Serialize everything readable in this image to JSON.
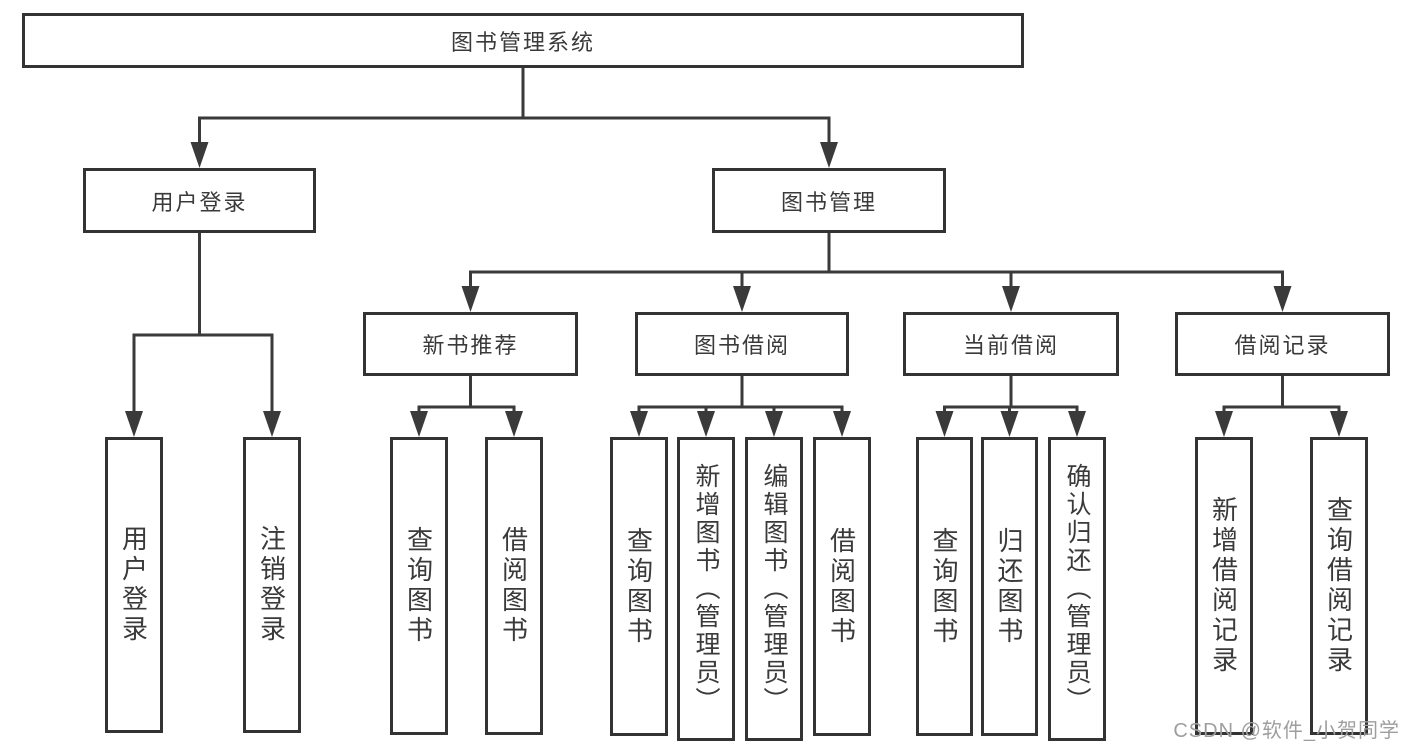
{
  "diagram": {
    "title_node": "图书管理系统",
    "nodes": [
      {
        "id": "root",
        "label": "图书管理系统"
      },
      {
        "id": "user-login",
        "label": "用户登录"
      },
      {
        "id": "book-mgmt",
        "label": "图书管理"
      },
      {
        "id": "new-book",
        "label": "新书推荐"
      },
      {
        "id": "book-borrow",
        "label": "图书借阅"
      },
      {
        "id": "current-borrow",
        "label": "当前借阅"
      },
      {
        "id": "borrow-record",
        "label": "借阅记录"
      },
      {
        "id": "leaf-user-login",
        "label": "用户登录"
      },
      {
        "id": "leaf-logout",
        "label": "注销登录"
      },
      {
        "id": "nb-query",
        "label": "查询图书"
      },
      {
        "id": "nb-borrow",
        "label": "借阅图书"
      },
      {
        "id": "bb-query",
        "label": "查询图书"
      },
      {
        "id": "bb-add",
        "label": "新增图书（管理员）"
      },
      {
        "id": "bb-edit",
        "label": "编辑图书（管理员）"
      },
      {
        "id": "bb-borrow",
        "label": "借阅图书"
      },
      {
        "id": "cb-query",
        "label": "查询图书"
      },
      {
        "id": "cb-return",
        "label": "归还图书"
      },
      {
        "id": "cb-confirm",
        "label": "确认归还（管理员）"
      },
      {
        "id": "br-add",
        "label": "新增借阅记录"
      },
      {
        "id": "br-query",
        "label": "查询借阅记录"
      }
    ],
    "edges": [
      {
        "from": "root",
        "to": [
          "user-login",
          "book-mgmt"
        ]
      },
      {
        "from": "user-login",
        "to": [
          "leaf-user-login",
          "leaf-logout"
        ]
      },
      {
        "from": "book-mgmt",
        "to": [
          "new-book",
          "book-borrow",
          "current-borrow",
          "borrow-record"
        ]
      },
      {
        "from": "new-book",
        "to": [
          "nb-query",
          "nb-borrow"
        ]
      },
      {
        "from": "book-borrow",
        "to": [
          "bb-query",
          "bb-add",
          "bb-edit",
          "bb-borrow"
        ]
      },
      {
        "from": "current-borrow",
        "to": [
          "cb-query",
          "cb-return",
          "cb-confirm"
        ]
      },
      {
        "from": "borrow-record",
        "to": [
          "br-add",
          "br-query"
        ]
      }
    ],
    "line_color": "#3a3a3a",
    "border_color": "#333333",
    "text_color": "#3a3a3a"
  },
  "watermark": "CSDN @软件_小贺同学"
}
